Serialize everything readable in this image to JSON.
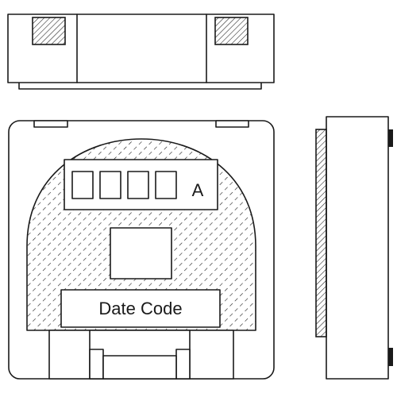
{
  "marking": {
    "polarity_letter": "A",
    "date_code_label": "Date Code",
    "code_box_count": 4
  },
  "colors": {
    "line": "#1a1a1a",
    "background": "#ffffff"
  }
}
